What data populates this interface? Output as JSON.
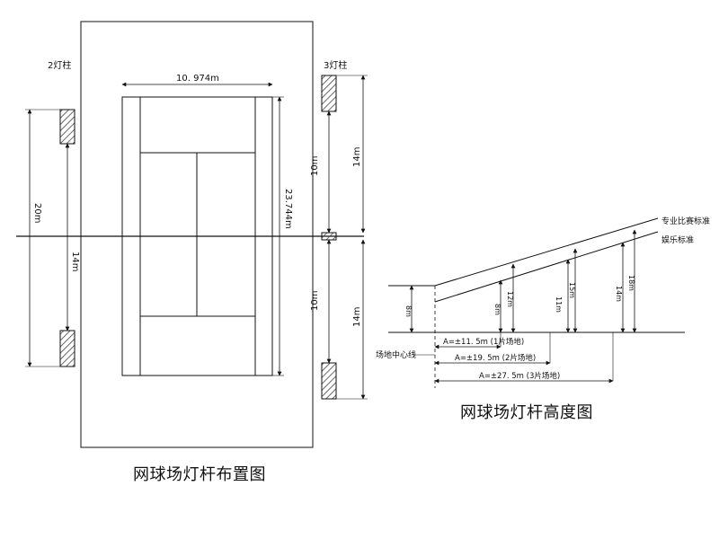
{
  "layout_diagram": {
    "title": "网球场灯杆布置图",
    "pole_left_label": "2灯柱",
    "pole_right_label": "3灯柱",
    "court_width": "10. 974m",
    "court_length": "23.744m",
    "left_span": "20m",
    "left_inner": "14m",
    "right_upper_inner": "10m",
    "right_upper_outer": "14m",
    "right_lower_inner": "10m",
    "right_lower_outer": "14m"
  },
  "height_diagram": {
    "title": "网球场灯杆高度图",
    "line_pro": "专业比赛标准",
    "line_rec": "娱乐标准",
    "center_line_label": "场地中心线",
    "left_height": "8m",
    "heights": [
      "8m",
      "12m",
      "11m",
      "15m",
      "14m",
      "18m"
    ],
    "distances": [
      "A=±11. 5m (1片场地)",
      "A=±19. 5m (2片场地)",
      "A=±27. 5m (3片场地)"
    ],
    "colors": {
      "line": "#111111",
      "hatch": "#444444"
    }
  }
}
